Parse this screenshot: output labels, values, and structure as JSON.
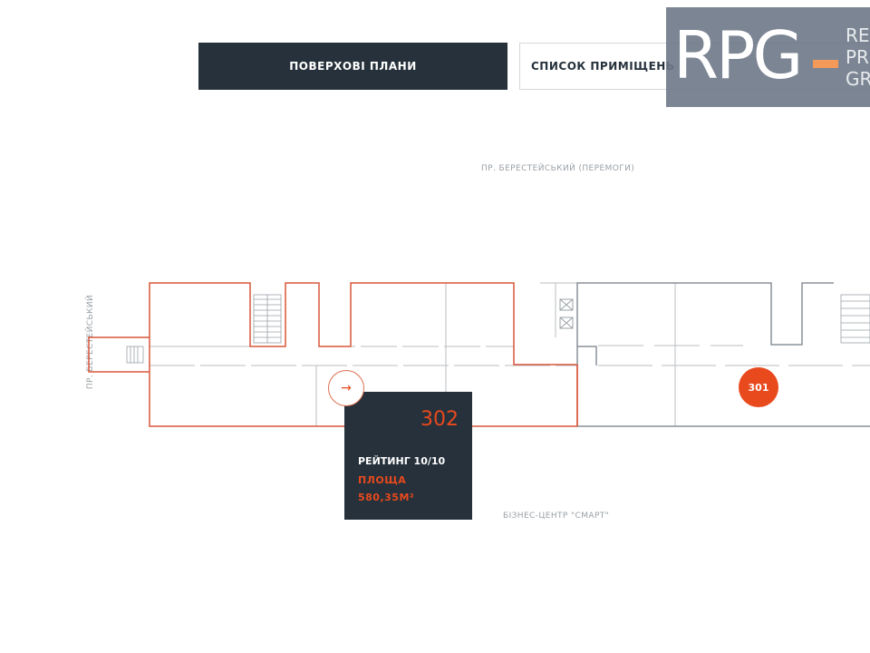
{
  "tabs": {
    "floor_plans": "ПОВЕРХОВІ ПЛАНИ",
    "room_list": "СПИСОК ПРИМІЩЕНЬ"
  },
  "logo": {
    "mark": "RPG",
    "lines": [
      "RE",
      "PR",
      "GR"
    ]
  },
  "streets": {
    "top": "ПР. БЕРЕСТЕЙСЬКИЙ (ПЕРЕМОГИ)",
    "left": "ПР. БЕРЕСТЕЙСЬКИЙ",
    "bottom": "БІЗНЕС-ЦЕНТР \"СМАРТ\""
  },
  "units": [
    {
      "number": "301",
      "status": "available"
    },
    {
      "number": "302",
      "status": "selected"
    }
  ],
  "popup": {
    "number": "302",
    "rating": "РЕЙТИНГ 10/10",
    "area_label": "ПЛОЩА",
    "area_value": "580,35М²",
    "arrow": "→"
  },
  "colors": {
    "accent": "#e8491d",
    "dark": "#26313b",
    "wall": "#8a9099"
  }
}
